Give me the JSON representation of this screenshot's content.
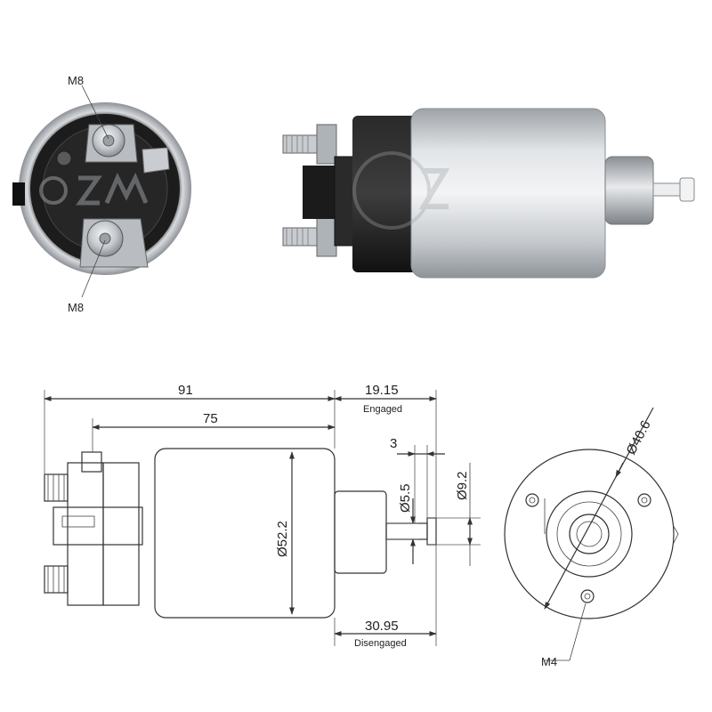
{
  "end_view": {
    "top_terminal_label": "M8",
    "bottom_terminal_label": "M8"
  },
  "side_dimensions": {
    "overall_length": "91",
    "body_length": "75",
    "plunger_engaged": "19.15",
    "engaged_label": "Engaged",
    "plunger_disengaged": "30.95",
    "disengaged_label": "Disengaged",
    "plunger_step": "3",
    "shaft_diameter": "Ø5.5",
    "tip_diameter": "Ø9.2",
    "body_diameter": "Ø52.2"
  },
  "front_dimensions": {
    "bolt_circle": "Ø40.6",
    "screw_thread": "M4"
  },
  "colors": {
    "line": "#333333",
    "metal": "#c8ccd0",
    "dark": "#1a1a1a",
    "watermark": "#b0b4b8"
  }
}
